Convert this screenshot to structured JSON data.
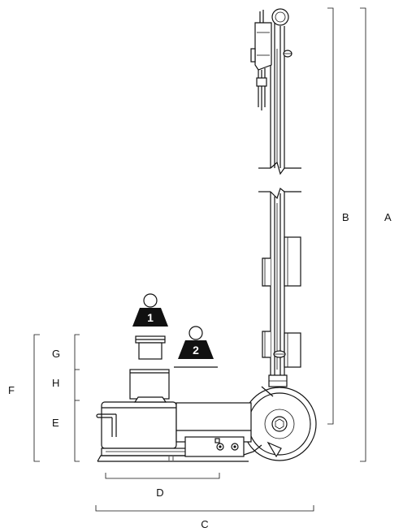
{
  "labels": {
    "A": "A",
    "B": "B",
    "C": "C",
    "D": "D",
    "E": "E",
    "F": "F",
    "G": "G",
    "H": "H"
  },
  "weights": {
    "load_1": "1",
    "load_2": "2"
  },
  "colors": {
    "line": "#111111",
    "background": "#ffffff"
  }
}
